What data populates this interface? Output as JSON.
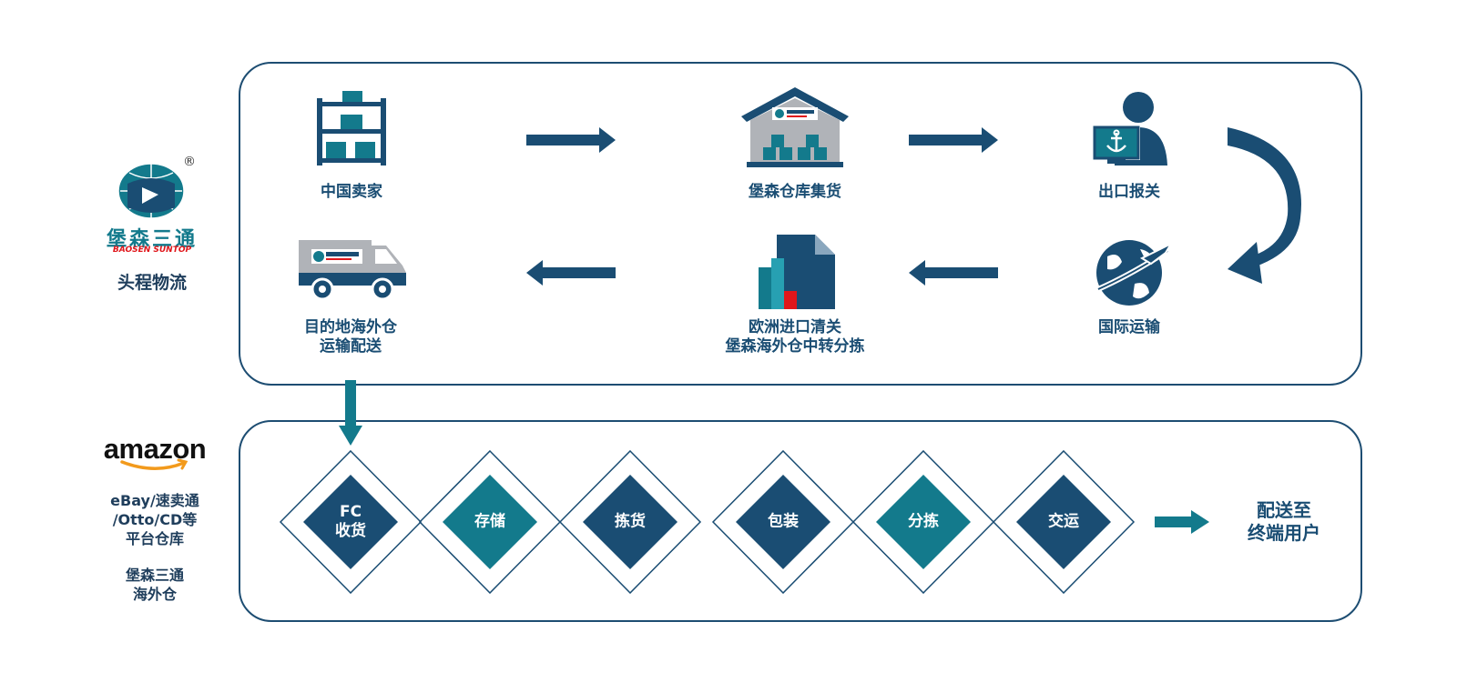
{
  "brand": {
    "registered_mark": "®",
    "logo_text_cn": "堡森三通",
    "logo_text_en": "BAOSEN SUNTOP",
    "section_label": "头程物流"
  },
  "platforms": {
    "amazon_logo": "amazon",
    "line1": "eBay/速卖通",
    "line2": "/Otto/CD等",
    "line3": "平台仓库",
    "warehouse_line1": "堡森三通",
    "warehouse_line2": "海外仓"
  },
  "top_flow": {
    "seller": "中国卖家",
    "warehouse": "堡森仓库集货",
    "customs_export": "出口报关",
    "intl_shipping": "国际运输",
    "eu_clearance_line1": "欧洲进口清关",
    "eu_clearance_line2": "堡森海外仓中转分拣",
    "destination_line1": "目的地海外仓",
    "destination_line2": "运输配送"
  },
  "bottom_flow": {
    "steps": [
      {
        "line1": "FC",
        "line2": "收货"
      },
      {
        "line1": "存储",
        "line2": ""
      },
      {
        "line1": "拣货",
        "line2": ""
      },
      {
        "line1": "包装",
        "line2": ""
      },
      {
        "line1": "分拣",
        "line2": ""
      },
      {
        "line1": "交运",
        "line2": ""
      }
    ],
    "end_line1": "配送至",
    "end_line2": "终端用户"
  },
  "colors": {
    "navy": "#1a4d73",
    "teal": "#137a8c",
    "grey": "#b0b3b8",
    "red": "#e0161b"
  }
}
